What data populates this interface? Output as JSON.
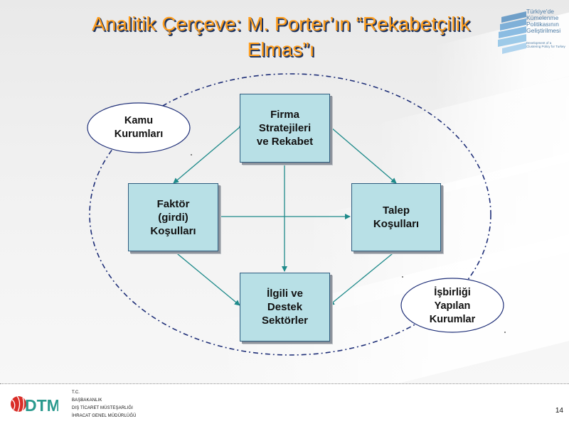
{
  "slide": {
    "title": "Analitik Çerçeve: M. Porter’ın “Rekabetçilik Elmas”ı",
    "page_number": "14"
  },
  "logo_top_right": {
    "name": "Türkiye'de Kümelenme Politikasının Geliştirilmesi",
    "subtitle": "Development of a Clustering Policy for Turkey",
    "icon": "stacked-plates-logo-icon"
  },
  "diagram": {
    "nodes": {
      "firm_strategy": "Firma\nStratejileri\nve Rekabet",
      "factor_conditions": "Faktör\n(girdi)\nKoşulları",
      "demand_conditions": "Talep\nKoşulları",
      "related_sectors": "İlgili ve\nDestek\nSektörler"
    },
    "outer_labels": {
      "public_institutions": "Kamu\nKurumları",
      "cooperation_institutions": "İşbirliği\nYapılan\nKurumlar"
    },
    "colors": {
      "box_fill": "#b8e0e6",
      "box_border": "#2d5b7e",
      "arrow": "#1e8a8a",
      "outer_ellipse": "#1f2f78"
    }
  },
  "footer": {
    "lines": [
      "T.C.",
      "BAŞBAKANLIK",
      "DIŞ TİCARET MÜSTEŞARLIĞI",
      "İHRACAT GENEL MÜDÜRLÜĞÜ"
    ],
    "logo_text": "DTM",
    "logo_icon": "dtm-globe-logo-icon",
    "colors": {
      "globe": "#d92d27",
      "letters": "#2b9a8e"
    }
  }
}
